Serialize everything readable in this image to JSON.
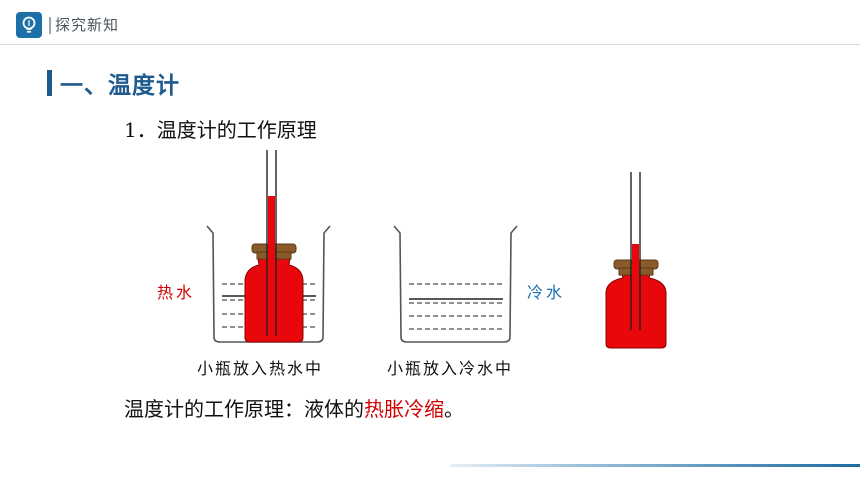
{
  "header": {
    "title": "探究新知",
    "logo_icon": "lightbulb-icon",
    "accent_color": "#1d6fa8"
  },
  "section": {
    "title": "一、温度计",
    "color": "#1d5a8e"
  },
  "subsection": {
    "title": "1．温度计的工作原理"
  },
  "diagram": {
    "hot_label": "热水",
    "cold_label": "冷水",
    "hot_caption": "小瓶放入热水中",
    "cold_caption": "小瓶放入冷水中",
    "liquid_color": "#e8080c",
    "hot_label_color": "#d40000",
    "cold_label_color": "#1b6fb3"
  },
  "conclusion": {
    "prefix": "温度计的工作原理：液体的",
    "highlight": "热胀冷缩",
    "suffix": "。",
    "highlight_color": "#d40000"
  }
}
